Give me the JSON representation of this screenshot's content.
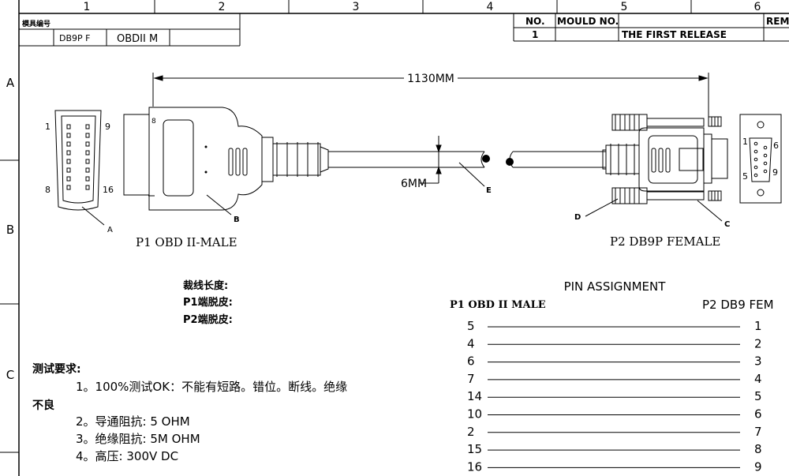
{
  "border": {
    "columns": [
      "1",
      "2",
      "3",
      "4",
      "5",
      "6"
    ],
    "rows": [
      "A",
      "B",
      "C"
    ]
  },
  "header": {
    "mould_code_label": "模具编号",
    "mould_cells": [
      "DB9P F",
      "OBDII M"
    ]
  },
  "title_block": {
    "no_label": "NO.",
    "mould_no_label": "MOULD NO.",
    "remarks_label": "REM",
    "row_no": "1",
    "row_text": "THE FIRST RELEASE"
  },
  "dimensions": {
    "length": "1130MM",
    "diameter": "6MM"
  },
  "connector_p1": {
    "caption": "P1 OBD II-MALE",
    "pin_top_left": "1",
    "pin_top_right": "9",
    "pin_bottom_left": "8",
    "pin_bottom_right": "16",
    "callout_a": "A",
    "callout_b": "B",
    "mark": "8"
  },
  "connector_p2": {
    "caption": "P2 DB9P FEMALE",
    "pin_1": "1",
    "pin_5": "5",
    "pin_6": "6",
    "pin_9": "9",
    "callout_c": "C",
    "callout_d": "D"
  },
  "cable": {
    "callout_e": "E"
  },
  "notes": {
    "line1": "裁线长度:",
    "line2": "P1端脱皮:",
    "line3": "P2端脱皮:"
  },
  "test_requirements": {
    "heading": "测试要求:",
    "items": [
      "1。100%测试OK：不能有短路。错位。断线。绝缘",
      "不良",
      "2。导通阻抗: 5 OHM",
      "3。绝缘阻抗: 5M OHM",
      "4。高压: 300V DC"
    ]
  },
  "pin_assignment": {
    "title": "PIN ASSIGNMENT",
    "left_header": "P1 OBD II MALE",
    "right_header": "P2 DB9 FEM",
    "pairs": [
      {
        "p1": "5",
        "p2": "1"
      },
      {
        "p1": "4",
        "p2": "2"
      },
      {
        "p1": "6",
        "p2": "3"
      },
      {
        "p1": "7",
        "p2": "4"
      },
      {
        "p1": "14",
        "p2": "5"
      },
      {
        "p1": "10",
        "p2": "6"
      },
      {
        "p1": "2",
        "p2": "7"
      },
      {
        "p1": "15",
        "p2": "8"
      },
      {
        "p1": "16",
        "p2": "9"
      }
    ]
  }
}
